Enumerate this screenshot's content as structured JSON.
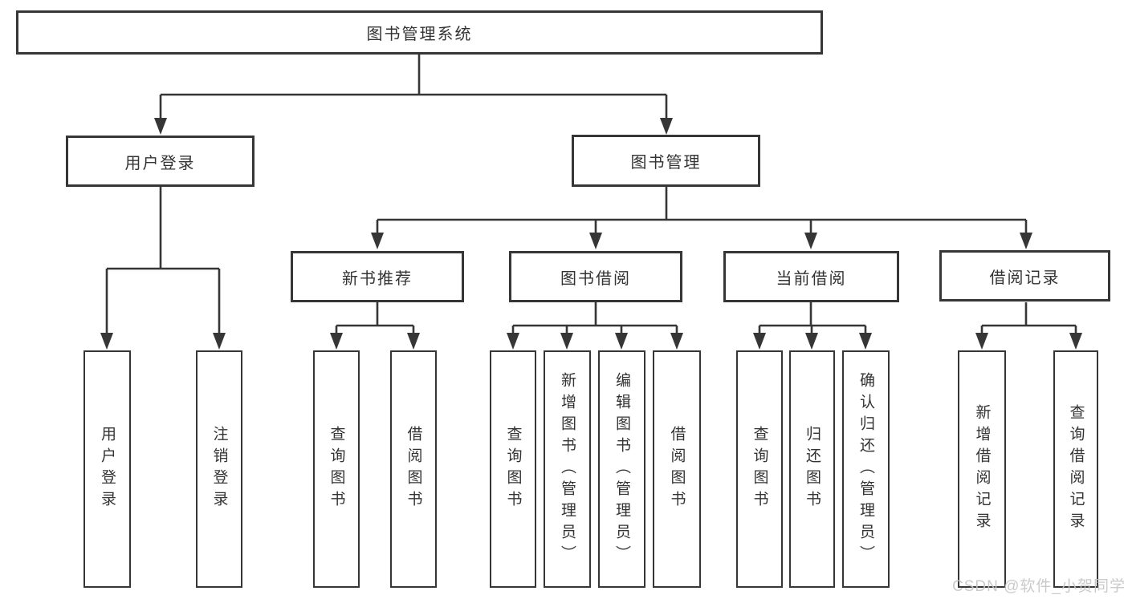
{
  "diagram": {
    "root": {
      "label": "图书管理系统"
    },
    "level2": {
      "user_login": {
        "label": "用户登录"
      },
      "book_mgmt": {
        "label": "图书管理"
      }
    },
    "level3": {
      "new_book": {
        "label": "新书推荐"
      },
      "book_borrow": {
        "label": "图书借阅"
      },
      "current_borrow": {
        "label": "当前借阅"
      },
      "borrow_record": {
        "label": "借阅记录"
      }
    },
    "leaves": {
      "login": {
        "label": "用户登录"
      },
      "logout": {
        "label": "注销登录"
      },
      "nb_query": {
        "label": "查询图书"
      },
      "nb_borrow": {
        "label": "借阅图书"
      },
      "bb_query": {
        "label": "查询图书"
      },
      "bb_add": {
        "label": "新增图书（管理员）"
      },
      "bb_edit": {
        "label": "编辑图书（管理员）"
      },
      "bb_borrow": {
        "label": "借阅图书"
      },
      "cb_query": {
        "label": "查询图书"
      },
      "cb_return": {
        "label": "归还图书"
      },
      "cb_confirm": {
        "label": "确认归还（管理员）"
      },
      "br_add": {
        "label": "新增借阅记录"
      },
      "br_query": {
        "label": "查询借阅记录"
      }
    }
  },
  "watermark": {
    "text": "CSDN @软件_小贺同学"
  },
  "colors": {
    "line": "#363636",
    "text": "#333333",
    "watermark": "#c6c6c6",
    "background": "#ffffff"
  }
}
